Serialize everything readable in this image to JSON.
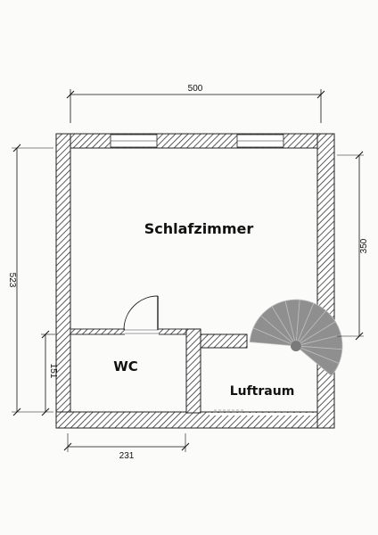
{
  "plan": {
    "rooms": {
      "bedroom": "Schlafzimmer",
      "wc": "WC",
      "void": "Luftraum"
    },
    "dimensions": {
      "top_width": "500",
      "left_height": "523",
      "right_height": "350",
      "wc_height": "151",
      "bottom_wc_width": "231"
    }
  }
}
